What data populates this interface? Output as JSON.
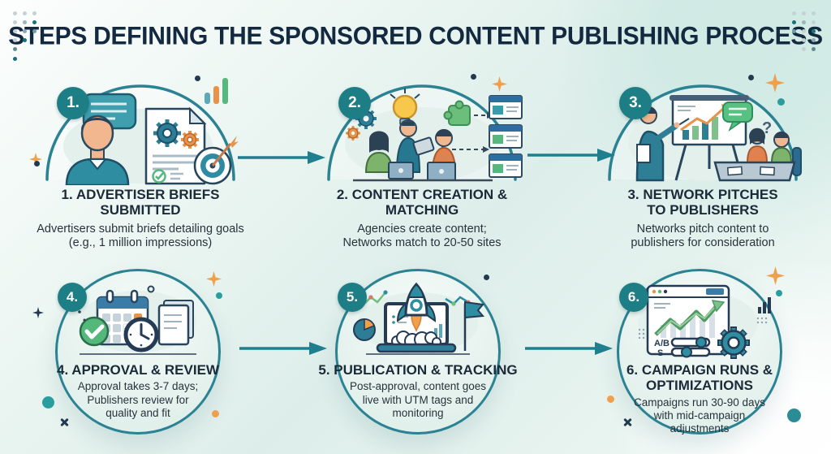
{
  "title": "STEPS DEFINING THE SPONSORED CONTENT PUBLISHING PROCESS",
  "steps": [
    {
      "badge": "1.",
      "heading": "1. ADVERTISER BRIEFS SUBMITTED",
      "description": "Advertisers submit briefs detailing goals (e.g., 1 million impressions)"
    },
    {
      "badge": "2.",
      "heading": "2. CONTENT CREATION & MATCHING",
      "description": "Agencies create content; Networks match to 20-50 sites"
    },
    {
      "badge": "3.",
      "heading": "3. NETWORK PITCHES TO PUBLISHERS",
      "description": "Networks pitch content to publishers for consideration"
    },
    {
      "badge": "4.",
      "heading": "4. APPROVAL & REVIEW",
      "description": "Approval takes 3-7 days; Publishers review for quality and fit"
    },
    {
      "badge": "5.",
      "heading": "5. PUBLICATION & TRACKING",
      "description": "Post-approval, content goes live with UTM tags and monitoring"
    },
    {
      "badge": "6.",
      "heading": "6. CAMPAIGN RUNS & OPTIMIZATIONS",
      "description": "Campaigns run 30-90 days with mid-campaign adjustments"
    }
  ],
  "illustration_labels": {
    "question_mark": "?",
    "ab_test": "A/B",
    "s_label": "S"
  },
  "colors": {
    "accent_teal": "#2a8292",
    "badge_teal": "#1e7e86",
    "dark_navy": "#132940",
    "orange": "#e8924a",
    "green": "#57b87f"
  }
}
